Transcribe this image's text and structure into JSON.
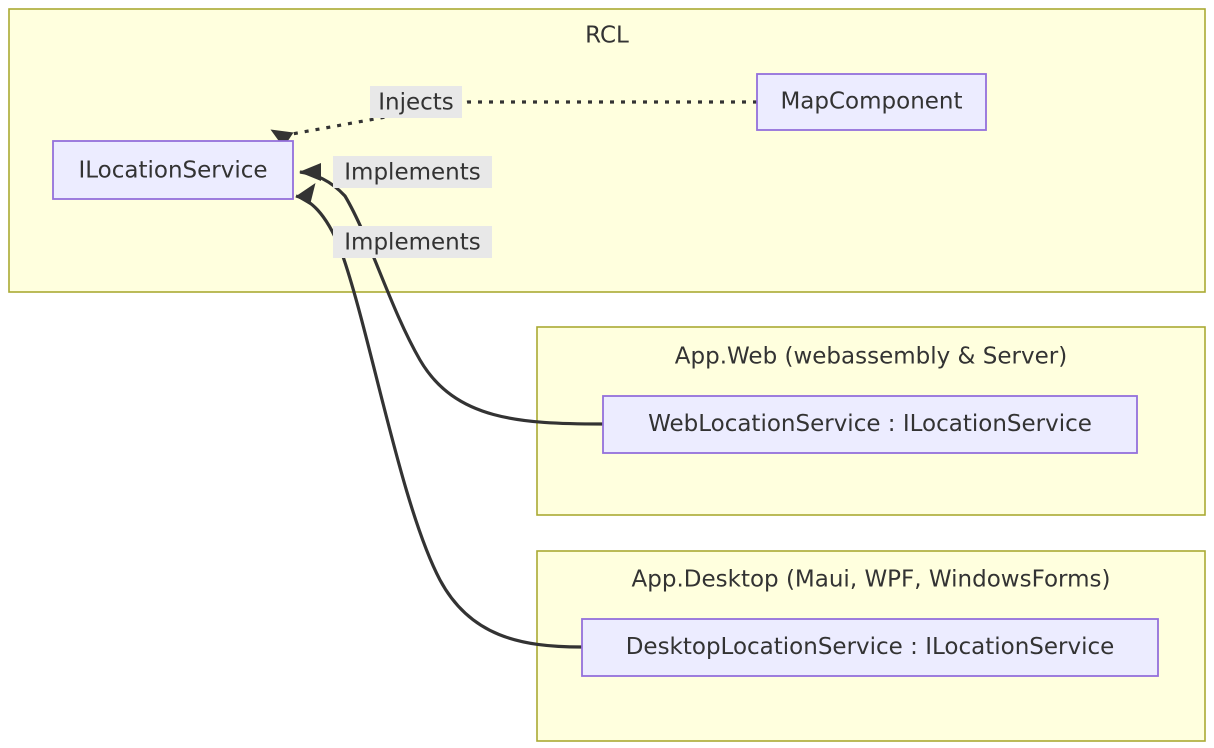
{
  "diagram": {
    "type": "flowchart",
    "title": "",
    "colors": {
      "cluster_fill": "#ffffde",
      "cluster_stroke": "#aaaa33",
      "node_fill": "#ececff",
      "node_stroke": "#9370db",
      "edge_stroke": "#333333",
      "edge_label_bg": "#e8e8e8",
      "text": "#333333",
      "page_bg": "#ffffff"
    },
    "clusters": [
      {
        "id": "rcl",
        "title": "RCL"
      },
      {
        "id": "app_web",
        "title": "App.Web (webassembly & Server)"
      },
      {
        "id": "app_desktop",
        "title": "App.Desktop (Maui, WPF, WindowsForms)"
      }
    ],
    "nodes": [
      {
        "id": "ilocationservice",
        "label": "ILocationService",
        "cluster": "rcl"
      },
      {
        "id": "mapcomponent",
        "label": "MapComponent",
        "cluster": "rcl"
      },
      {
        "id": "weblocationservice",
        "label": "WebLocationService : ILocationService",
        "cluster": "app_web"
      },
      {
        "id": "desktoplocationservice",
        "label": "DesktopLocationService : ILocationService",
        "cluster": "app_desktop"
      }
    ],
    "edges": [
      {
        "id": "edge-injects",
        "from": "mapcomponent",
        "to": "ilocationservice",
        "label": "Injects",
        "style": "dotted",
        "arrow": "triangle"
      },
      {
        "id": "edge-implements-web",
        "from": "weblocationservice",
        "to": "ilocationservice",
        "label": "Implements",
        "style": "solid",
        "arrow": "triangle"
      },
      {
        "id": "edge-implements-desktop",
        "from": "desktoplocationservice",
        "to": "ilocationservice",
        "label": "Implements",
        "style": "solid",
        "arrow": "triangle"
      }
    ]
  }
}
